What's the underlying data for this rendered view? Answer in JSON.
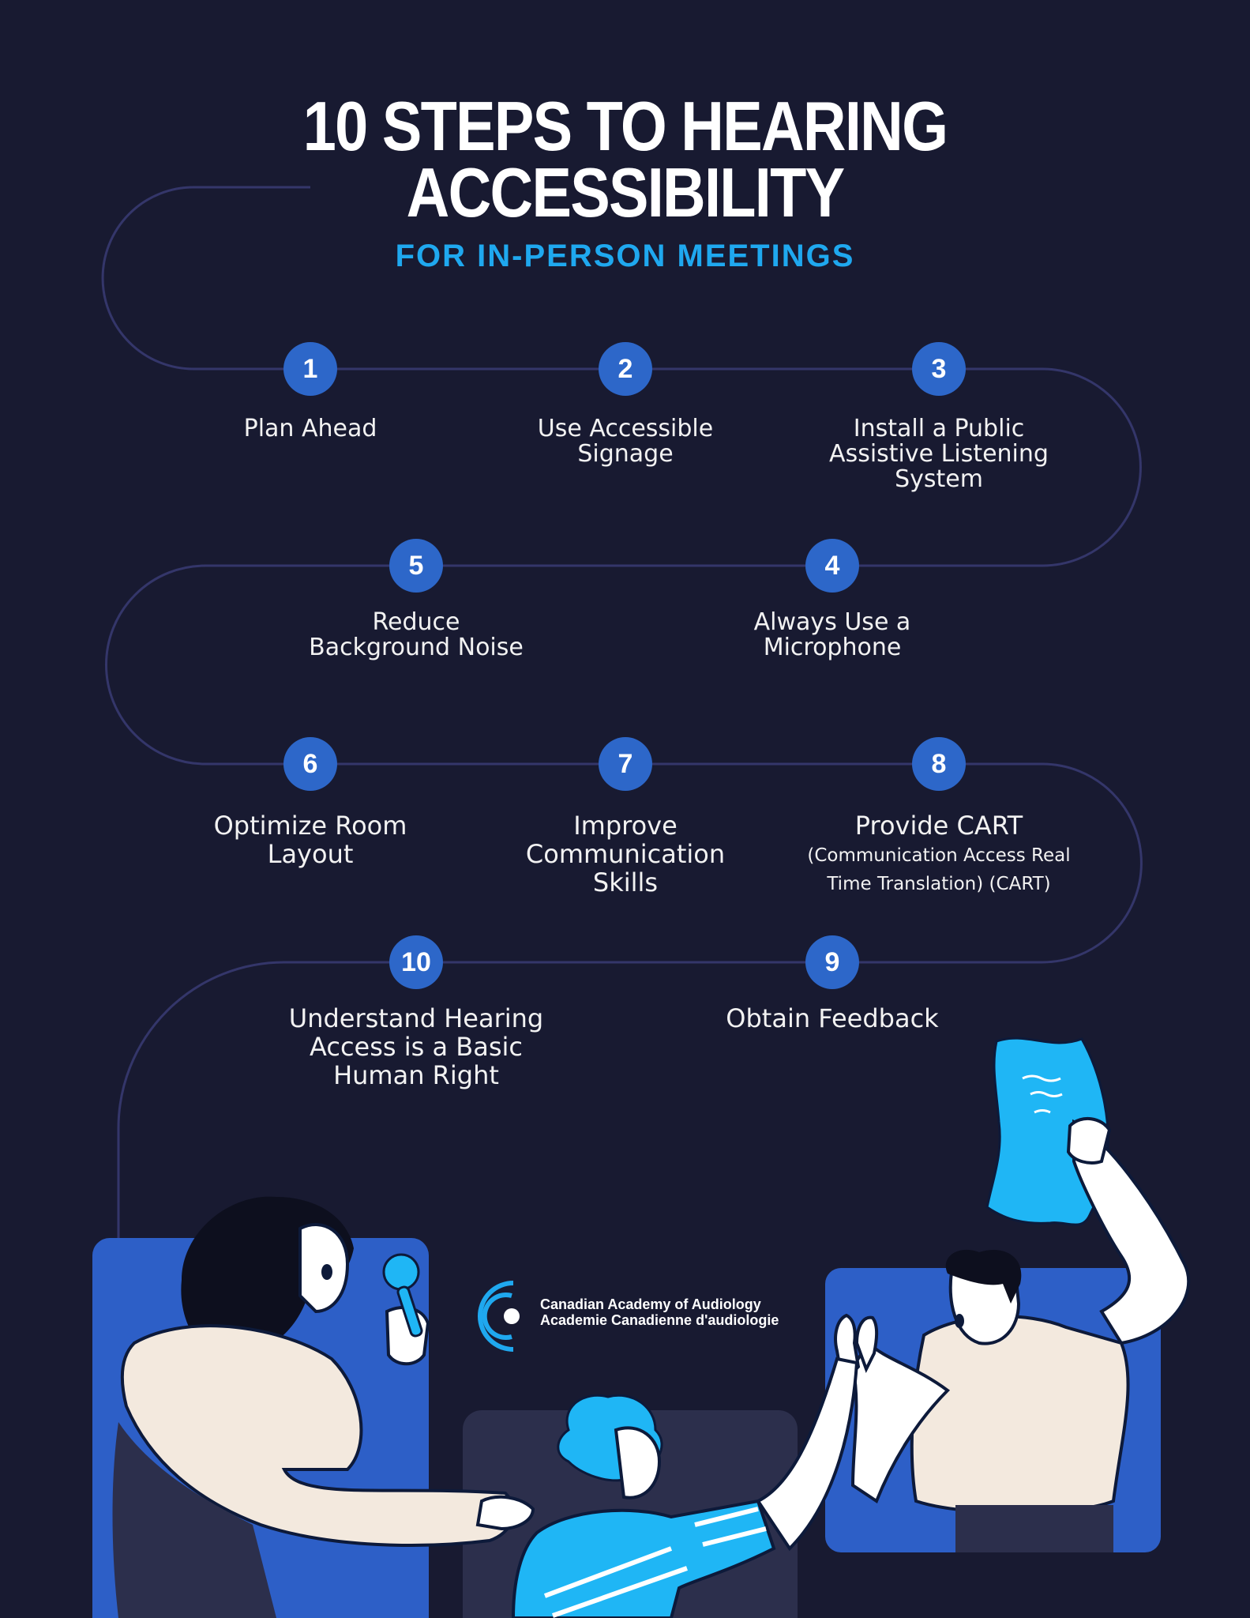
{
  "header": {
    "title_line1": "10 STEPS TO HEARING",
    "title_line2": "ACCESSIBILITY",
    "subtitle": "FOR IN-PERSON MEETINGS"
  },
  "colors": {
    "background": "#181a31",
    "accent": "#1fa8ef",
    "node": "#2d67c9",
    "path": "#34366a"
  },
  "steps": [
    {
      "number": "1",
      "label": "Plan Ahead"
    },
    {
      "number": "2",
      "label": "Use Accessible Signage"
    },
    {
      "number": "3",
      "label": "Install a Public Assistive Listening System"
    },
    {
      "number": "4",
      "label": "Always Use a Microphone"
    },
    {
      "number": "5",
      "label": "Reduce Background Noise"
    },
    {
      "number": "6",
      "label": "Optimize Room Layout"
    },
    {
      "number": "7",
      "label": "Improve Communication Skills"
    },
    {
      "number": "8",
      "label": "Provide CART",
      "sublabel": "(Communication Access Real Time Translation) (CART)"
    },
    {
      "number": "9",
      "label": "Obtain Feedback"
    },
    {
      "number": "10",
      "label": "Understand Hearing Access is a Basic Human Right"
    }
  ],
  "logo": {
    "name_en": "Canadian Academy of Audiology",
    "name_fr": "Academie Canadienne d'audiologie",
    "icon": "audiology-c-icon"
  }
}
